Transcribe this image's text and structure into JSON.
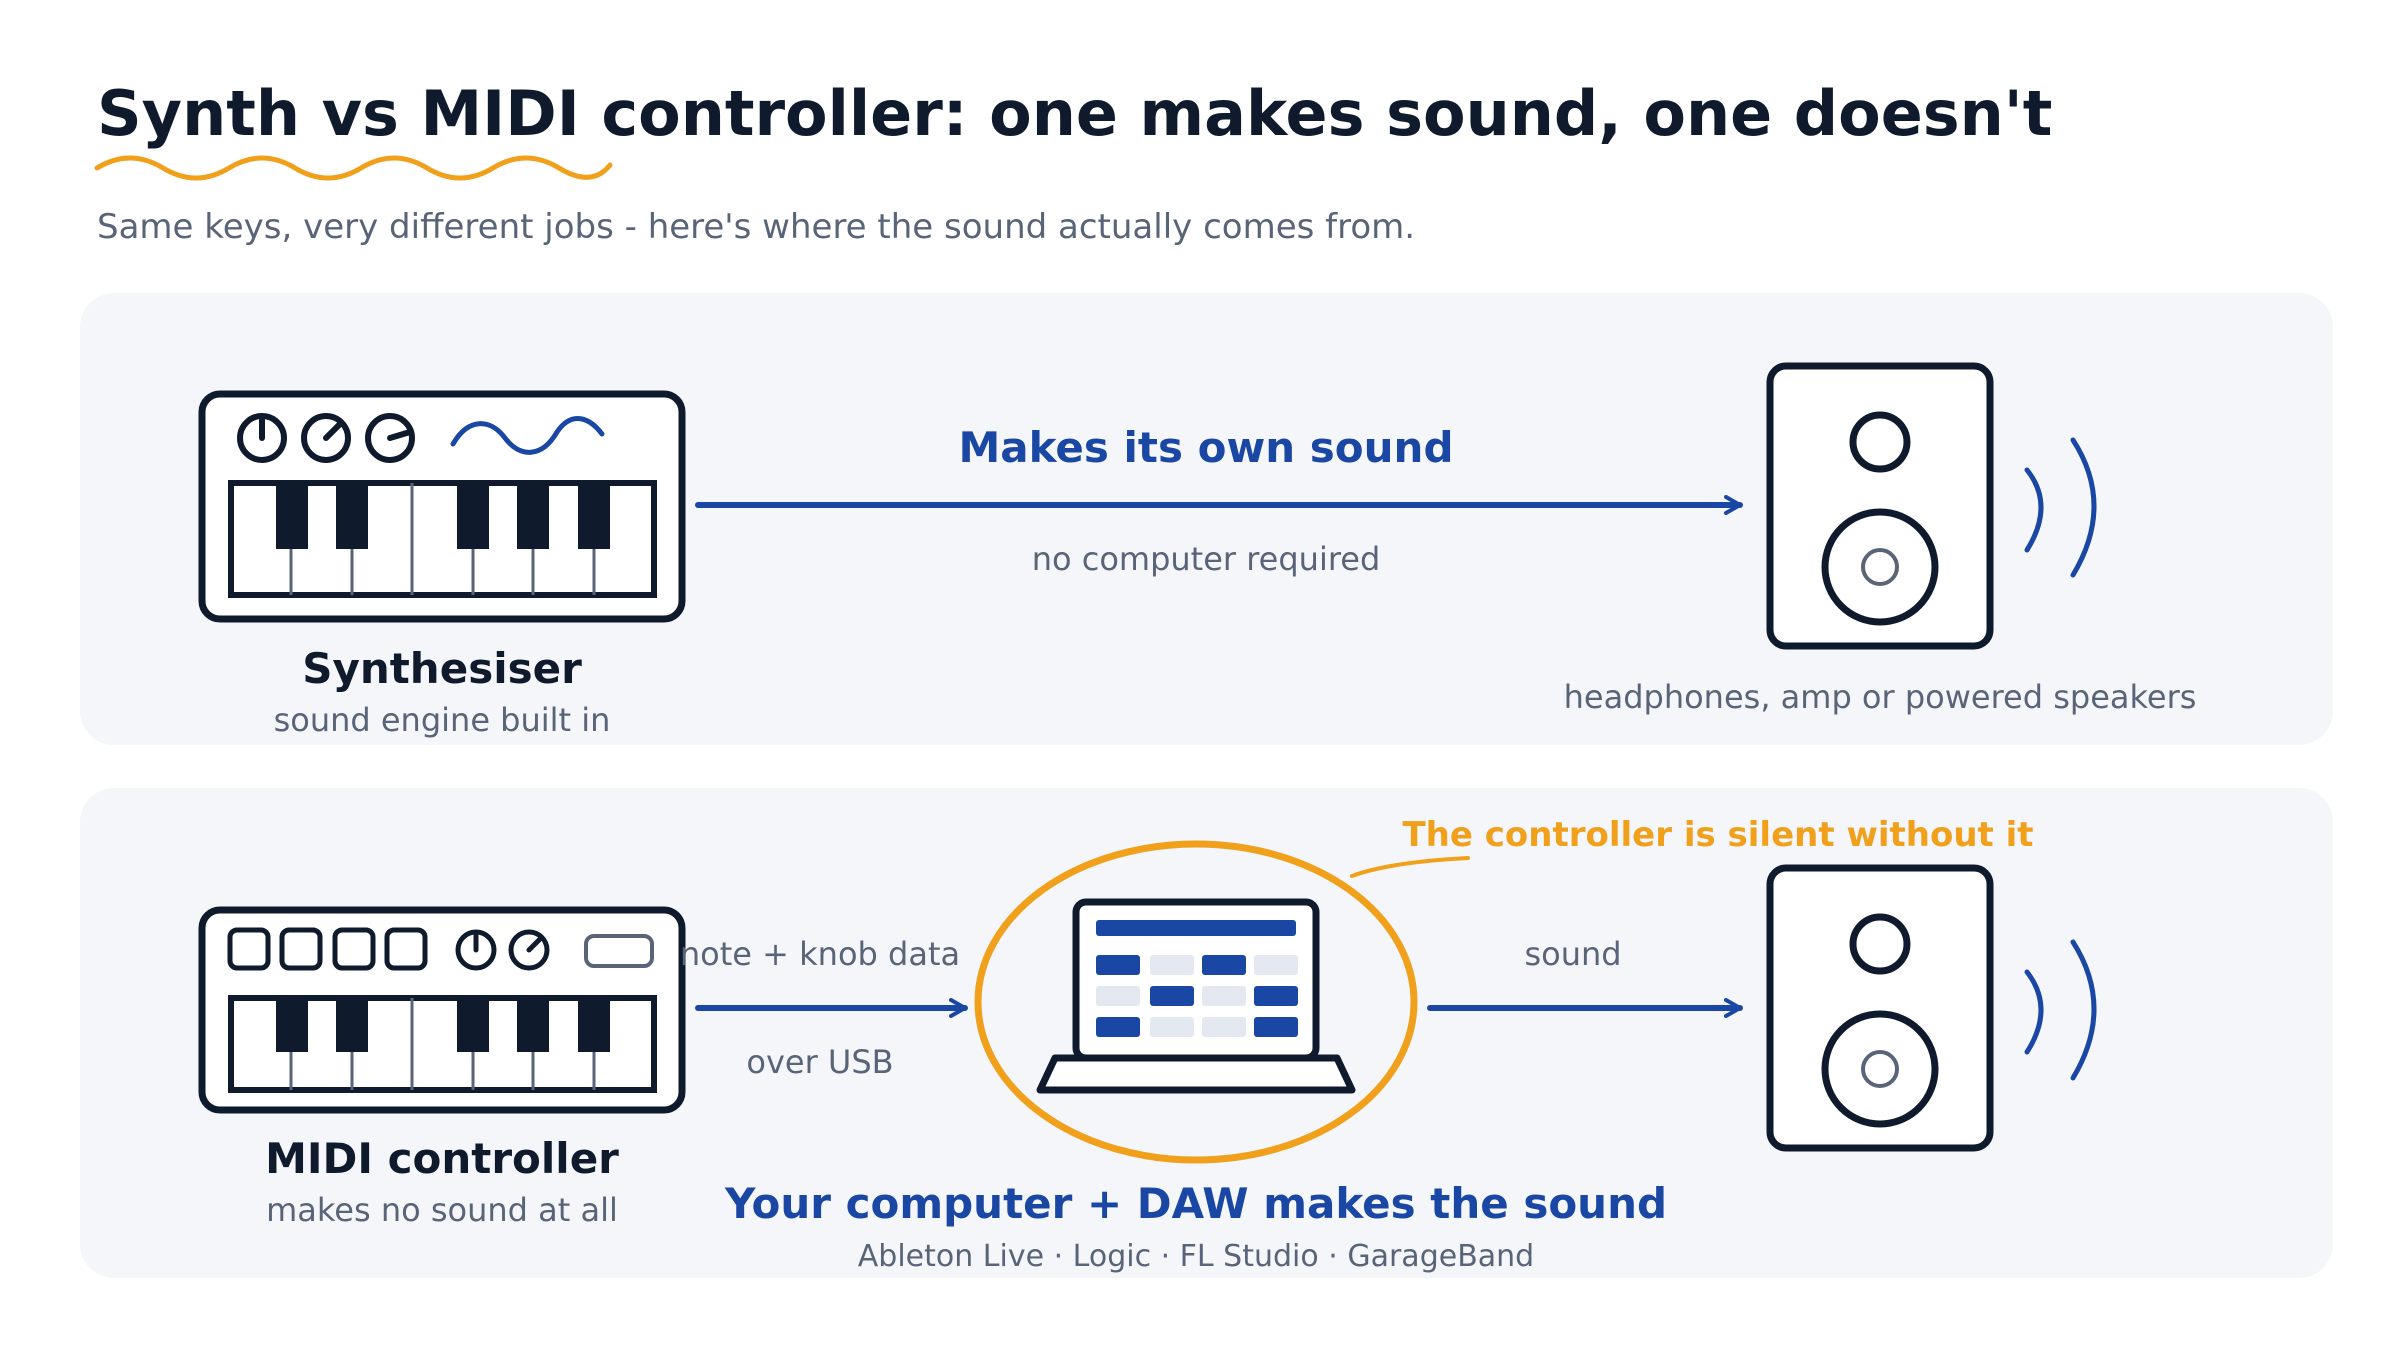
{
  "title": "Synth vs MIDI controller: one makes sound, one doesn't",
  "subtitle": "Same keys, very different jobs - here's where the sound actually comes from.",
  "colors": {
    "ink": "#0f1b2d",
    "blue": "#1a47a3",
    "orange": "#f0a01b",
    "muted": "#5a6478",
    "panel": "#f4f6fa"
  },
  "synth_row": {
    "device_name": "Synthesiser",
    "device_caption": "sound engine built in",
    "arrow_label": "Makes its own sound",
    "arrow_caption": "no computer required",
    "output_caption": "headphones, amp or powered speakers"
  },
  "midi_row": {
    "device_name": "MIDI controller",
    "device_caption": "makes no sound at all",
    "data_label": "note + knob data",
    "data_caption": "over USB",
    "callout": "The controller is silent without it",
    "sound_label": "sound",
    "computer_label": "Your computer + DAW makes the sound",
    "daw_list": "Ableton Live · Logic · FL Studio · GarageBand"
  }
}
